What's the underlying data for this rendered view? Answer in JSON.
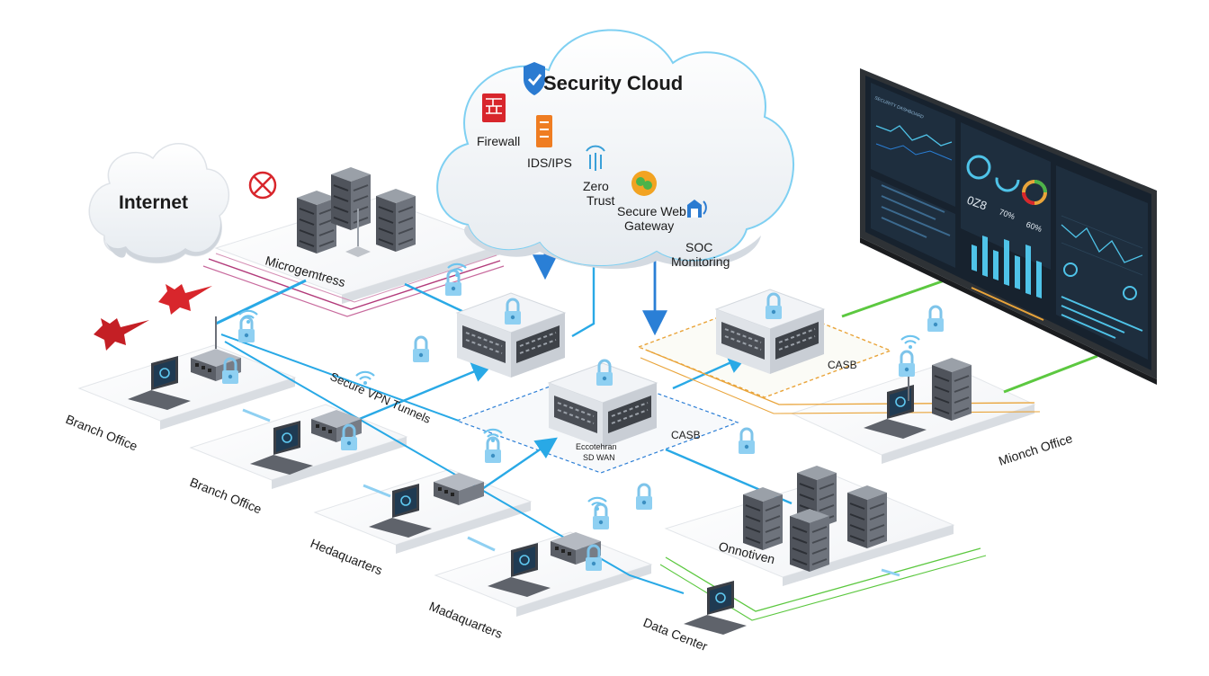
{
  "cloud": {
    "title": "Security Cloud",
    "services": [
      {
        "label": "Firewall",
        "icon": "firewall-icon"
      },
      {
        "label": "IDS/IPS",
        "icon": "ids-ips-icon"
      },
      {
        "label_l1": "Zero",
        "label_l2": "Trust",
        "icon": "zero-trust-icon"
      },
      {
        "label_l1": "Secure Web",
        "label_l2": "Gateway",
        "icon": "secure-web-gateway-icon"
      },
      {
        "label_l1": "SOC",
        "label_l2": "Monitoring",
        "icon": "soc-monitoring-icon"
      }
    ]
  },
  "internet": {
    "label": "Internet"
  },
  "sites": {
    "microsegments": "Microgemtress",
    "branch_office_1": "Branch Office",
    "branch_office_2": "Branch Office",
    "headquarters_1": "Hedaquarters",
    "headquarters_2": "Madaquarters",
    "data_center": "Data Center",
    "branch_right": "Mionch Office",
    "onnotiven": "Onnotiven"
  },
  "links": {
    "vpn": "Secure VPN Tunnels",
    "sdwan_l1": "Eccotehran",
    "sdwan_l2": "SD WAN",
    "casb_1": "CASB",
    "casb_2": "CASB"
  },
  "dashboard": {
    "header": "SECURITY DASHBOARD",
    "stat": "0Z8",
    "stat2": "70%",
    "stat3": "60%"
  },
  "colors": {
    "tunnel": "#29a9e6",
    "threat": "#d8262c",
    "magenta_link": "#b23a7a",
    "green_link": "#5cc840",
    "orange_link": "#e9a43a",
    "dashboard_bg": "#17222e"
  }
}
